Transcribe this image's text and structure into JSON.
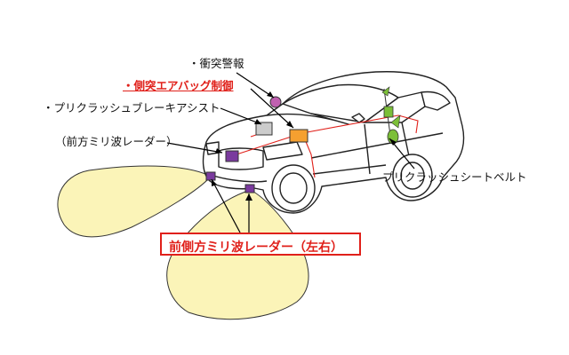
{
  "labels": {
    "collision_warning": "・衝突警報",
    "airbag_control": "・側突エアバッグ制御",
    "precrash_brake_assist": "・プリクラッシュブレーキアシスト",
    "front_radar": "（前方ミリ波レーダー）",
    "precrash_seatbelt": "プリクラッシュシートベルト",
    "side_front_radar": "前側方ミリ波レーダー（左右）"
  },
  "colors": {
    "red": "#e0201a",
    "beam_fill": "#fbf4b8",
    "orange_box": "#f5a030",
    "purple_sensor": "#7a3a9e",
    "green_arrow": "#7cbf38"
  }
}
